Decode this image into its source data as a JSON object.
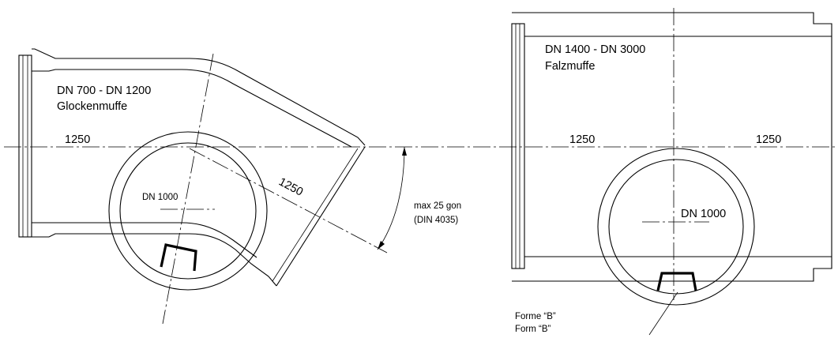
{
  "left_fitting": {
    "range_label": "DN 700 - DN 1200",
    "joint_label": "Glockenmuffe",
    "dim_main": "1250",
    "dim_branch": "1250",
    "manhole_label": "DN 1000",
    "angle_label_1": "max 25 gon",
    "angle_label_2": "(DIN 4035)"
  },
  "right_fitting": {
    "range_label": "DN 1400 - DN 3000",
    "joint_label": "Falzmuffe",
    "dim_left": "1250",
    "dim_right": "1250",
    "manhole_label": "DN 1000",
    "form_label_fr": "Forme “B”",
    "form_label_de": "Form “B”"
  }
}
